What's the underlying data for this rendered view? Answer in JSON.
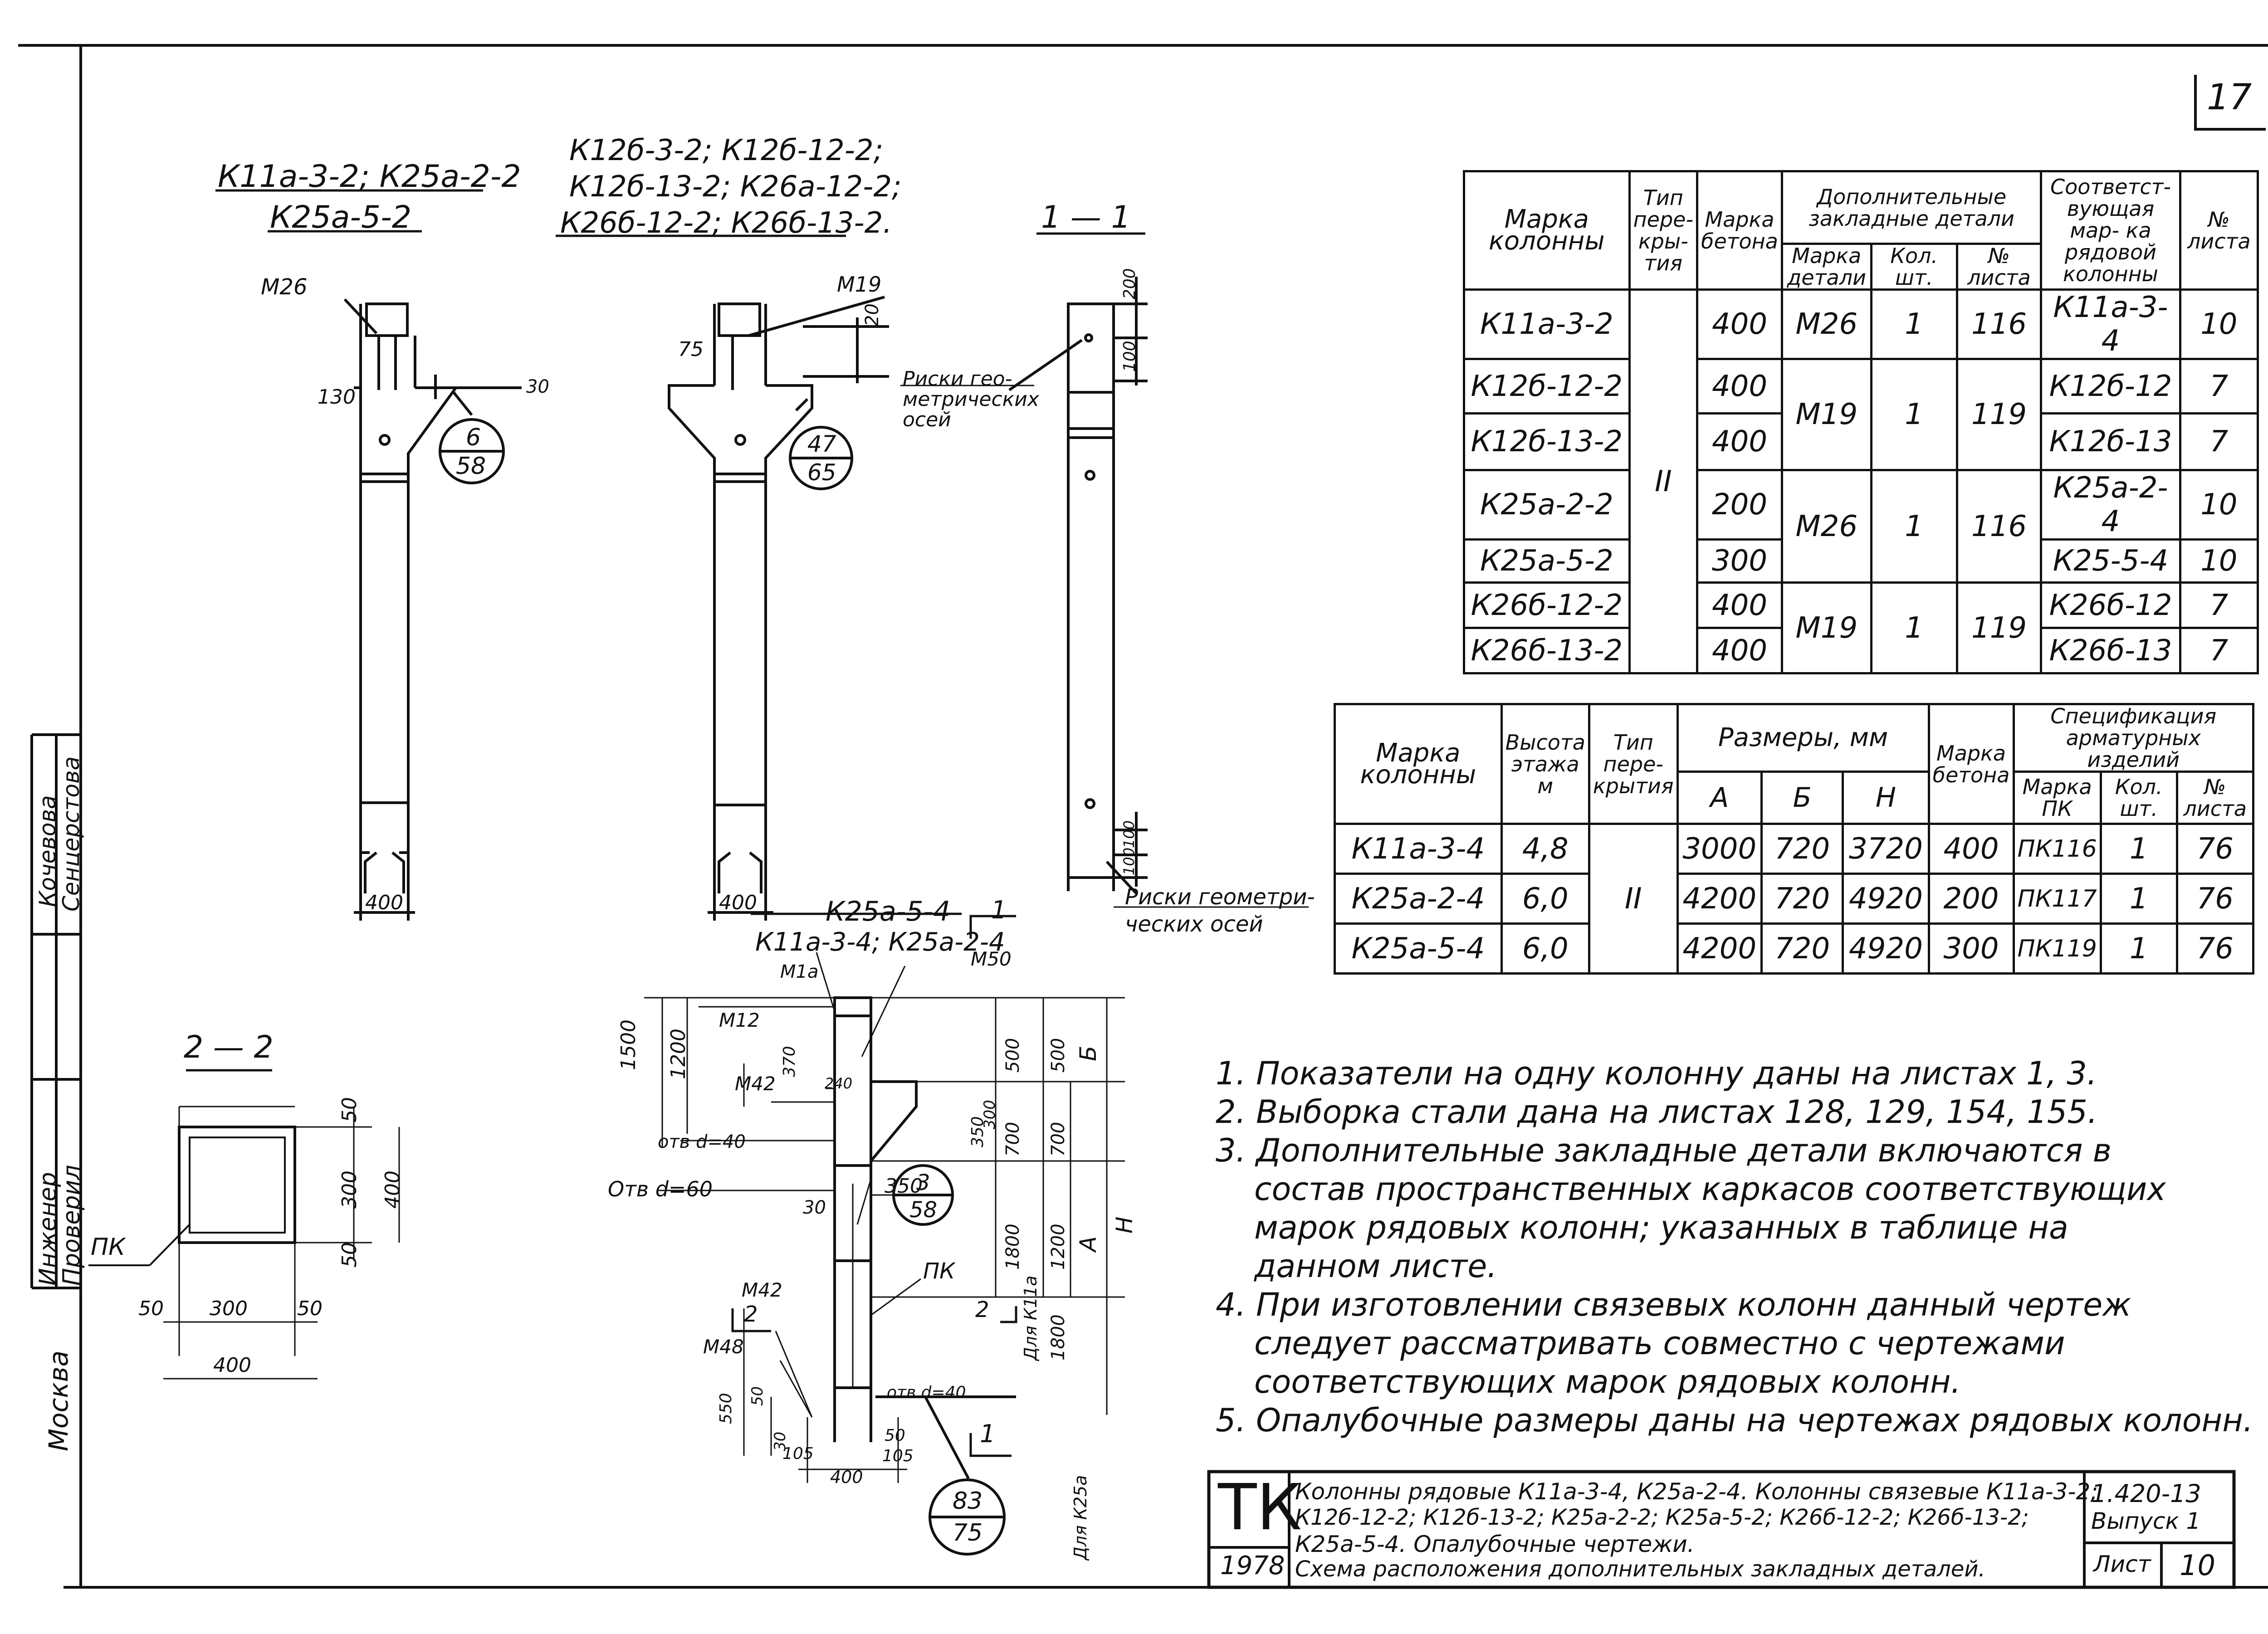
{
  "sheet": {
    "page_number": "17",
    "code": "1.420-13",
    "issue": "Выпуск 1",
    "sheet_label": "Лист",
    "sheet_number": "10",
    "year": "1978",
    "logo": "ТК",
    "title_lines": [
      "Колонны рядовые К11а-3-4, К25а-2-4. Колонны связевые К11а-3-2;",
      "К12б-12-2; К12б-13-2; К25а-2-2; К25а-5-2; К26б-12-2; К26б-13-2;",
      "К25а-5-4. Опалубочные чертежи.",
      "Схема расположения дополнительных закладных деталей."
    ]
  },
  "side_stamp": {
    "role1": "Инженер",
    "role2": "Проверил",
    "name1": "Кочевова",
    "name2": "Сенцерстова",
    "city": "Москва"
  },
  "views": {
    "v1_label_1": "К11а-3-2; К25а-2-2",
    "v1_label_2": "К25а-5-2",
    "v1_m26": "М26",
    "v1_130": "130",
    "v1_30": "30",
    "v1_bubble_top": "6",
    "v1_bubble_bot": "58",
    "v1_400": "400",
    "v2_label_1": "К12б-3-2; К12б-12-2;",
    "v2_label_2": "К12б-13-2; К26а-12-2;",
    "v2_label_3": "К26б-12-2; К26б-13-2.",
    "v2_m19": "М19",
    "v2_75": "75",
    "v2_20": "20",
    "v2_bubble_top": "47",
    "v2_bubble_bot": "65",
    "v2_400": "400",
    "v3_label": "1 — 1",
    "v3_200": "200",
    "v3_100": "100",
    "v3_100b": "100",
    "v3_100c": "100",
    "v3_rs1_1": "Риски гео-",
    "v3_rs1_2": "метрических",
    "v3_rs1_3": "осей",
    "v3_rs2_1": "Риски геометри-",
    "v3_rs2_2": "ческих осей",
    "v4_label": "2 — 2",
    "v4_50a": "50",
    "v4_300": "300",
    "v4_400": "400",
    "v4_50b": "50",
    "v4_pk": "ПК",
    "v4_b50a": "50",
    "v4_b300": "300",
    "v4_b50b": "50",
    "v4_b400": "400",
    "v5_label_1": "К25а-5-4",
    "v5_label_2": "К11а-3-4; К25а-2-4",
    "v5_cut1": "1",
    "v5_m1a": "М1а",
    "v5_m50": "М50",
    "v5_m12": "М12",
    "v5_m42a": "М42",
    "v5_370": "370",
    "v5_240": "240",
    "v5_1500": "1500",
    "v5_1200": "1200",
    "v5_otv40a": "отв d=40",
    "v5_otv60": "Отв d=60",
    "v5_350a": "350",
    "v5_350b": "350",
    "v5_30": "30",
    "v5_bubble1_top": "3",
    "v5_bubble1_bot": "58",
    "v5_m42b": "М42",
    "v5_cut2a": "2",
    "v5_m48": "М48",
    "v5_pk": "ПК",
    "v5_cut2b": "2",
    "v5_550": "550",
    "v5_50a": "50",
    "v5_30b": "30",
    "v5_105a": "105",
    "v5_50b": "50",
    "v5_105b": "105",
    "v5_400": "400",
    "v5_otv40b": "отв d=40",
    "v5_bubble2_top": "83",
    "v5_bubble2_bot": "75",
    "v5_cut1b": "1",
    "v5_d500a": "500",
    "v5_d300": "300",
    "v5_d700a": "700",
    "v5_d1800a": "1800",
    "v5_d1800b": "1800",
    "v5_d500b": "500",
    "v5_d700b": "700",
    "v5_d1200": "1200",
    "v5_dB": "Б",
    "v5_dA": "А",
    "v5_dH": "Н",
    "v5_k11a": "Для К11а",
    "v5_k25a": "Для К25а"
  },
  "table1": {
    "headers": {
      "mark": "Марка колонны",
      "type": "Тип пере- кры- тия",
      "concrete": "Марка бетона",
      "group": "Дополнительные закладные детали",
      "detail": "Марка детали",
      "qty": "Кол. шт.",
      "sheet": "№ листа",
      "corr": "Соответст- вующая мар- ка рядовой колонны",
      "corr_sheet": "№ листа"
    },
    "type_value": "II",
    "rows": [
      {
        "mark": "К11а-3-2",
        "concrete": "400",
        "corr": "К11а-3-4",
        "sheet": "10"
      },
      {
        "mark": "К12б-12-2",
        "concrete": "400",
        "corr": "К12б-12",
        "sheet": "7"
      },
      {
        "mark": "К12б-13-2",
        "concrete": "400",
        "corr": "К12б-13",
        "sheet": "7"
      },
      {
        "mark": "К25а-2-2",
        "concrete": "200",
        "corr": "К25а-2-4",
        "sheet": "10"
      },
      {
        "mark": "К25а-5-2",
        "concrete": "300",
        "corr": "К25-5-4",
        "sheet": "10"
      },
      {
        "mark": "К26б-12-2",
        "concrete": "400",
        "corr": "К26б-12",
        "sheet": "7"
      },
      {
        "mark": "К26б-13-2",
        "concrete": "400",
        "corr": "К26б-13",
        "sheet": "7"
      }
    ],
    "details": [
      {
        "detail": "М26",
        "qty": "1",
        "sheet": "116"
      },
      {
        "detail": "М19",
        "qty": "1",
        "sheet": "119"
      },
      {
        "detail": "М26",
        "qty": "1",
        "sheet": "116"
      },
      {
        "detail": "М19",
        "qty": "1",
        "sheet": "119"
      }
    ]
  },
  "table2": {
    "headers": {
      "mark": "Марка колонны",
      "height": "Высота этажа м",
      "type": "Тип пере- крытия",
      "dims": "Размеры, мм",
      "a": "А",
      "b": "Б",
      "h": "Н",
      "concrete": "Марка бетона",
      "spec": "Спецификация арматурных изделий",
      "pk": "Марка ПК",
      "qty": "Кол. шт.",
      "sheet": "№ листа"
    },
    "type_value": "II",
    "rows": [
      {
        "mark": "К11а-3-4",
        "height": "4,8",
        "a": "3000",
        "b": "720",
        "h": "3720",
        "concrete": "400",
        "pk": "ПК116",
        "qty": "1",
        "sheet": "76"
      },
      {
        "mark": "К25а-2-4",
        "height": "6,0",
        "a": "4200",
        "b": "720",
        "h": "4920",
        "concrete": "200",
        "pk": "ПК117",
        "qty": "1",
        "sheet": "76"
      },
      {
        "mark": "К25а-5-4",
        "height": "6,0",
        "a": "4200",
        "b": "720",
        "h": "4920",
        "concrete": "300",
        "pk": "ПК119",
        "qty": "1",
        "sheet": "76"
      }
    ]
  },
  "notes": [
    "1. Показатели на одну колонну даны на листах 1, 3.",
    "2. Выборка стали дана на листах 128, 129, 154, 155.",
    "3. Дополнительные закладные детали включаются в",
    "состав пространственных каркасов соответствующих",
    "марок рядовых колонн; указанных в таблице на",
    "данном листе.",
    "4. При изготовлении связевых колонн данный чертеж",
    "следует рассматривать совместно с чертежами",
    "соответствующих марок рядовых колонн.",
    "5. Опалубочные размеры даны на чертежах рядовых колонн."
  ]
}
